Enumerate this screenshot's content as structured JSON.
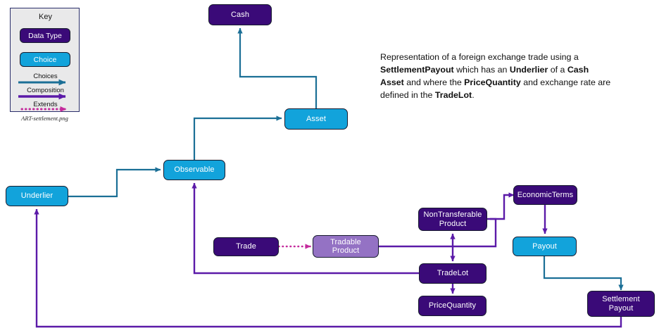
{
  "diagram": {
    "caption": "ART-settlement.png",
    "description_html": "Representation of a foreign exchange trade using a <b>SettlementPayout</b> which has an <b>Underlier</b> of a <b>Cash Asset</b> and where the <b>PriceQuantity</b> and exchange rate are defined in the <b>TradeLot</b>.",
    "description_text": "Representation of a foreign exchange trade using a SettlementPayout which has an Underlier of a Cash Asset and where the PriceQuantity and exchange rate are defined in the TradeLot."
  },
  "key": {
    "title": "Key",
    "data_type_label": "Data Type",
    "choice_label": "Choice",
    "choices_label": "Choices",
    "composition_label": "Composition",
    "extends_label": "Extends"
  },
  "colors": {
    "data_type": "#3a0a78",
    "choice": "#12a3db",
    "light_purple": "#9472c4",
    "choices_arrow": "#1b6f96",
    "composition_arrow": "#5b1aa8",
    "extends_arrow": "#c42b9c",
    "key_background": "#e9e9ea",
    "key_border": "#2b2f6b"
  },
  "nodes": [
    {
      "id": "cash",
      "label": "Cash",
      "type": "data_type"
    },
    {
      "id": "asset",
      "label": "Asset",
      "type": "choice"
    },
    {
      "id": "observable",
      "label": "Observable",
      "type": "choice"
    },
    {
      "id": "underlier",
      "label": "Underlier",
      "type": "choice"
    },
    {
      "id": "trade",
      "label": "Trade",
      "type": "data_type"
    },
    {
      "id": "tradable",
      "label": "Tradable\nProduct",
      "type": "light"
    },
    {
      "id": "nontransfer",
      "label": "NonTransferable\nProduct",
      "type": "data_type"
    },
    {
      "id": "economicterms",
      "label": "EconomicTerms",
      "type": "data_type"
    },
    {
      "id": "payout",
      "label": "Payout",
      "type": "choice"
    },
    {
      "id": "tradelot",
      "label": "TradeLot",
      "type": "data_type"
    },
    {
      "id": "pricequantity",
      "label": "PriceQuantity",
      "type": "data_type"
    },
    {
      "id": "settlement",
      "label": "Settlement\nPayout",
      "type": "data_type"
    }
  ],
  "edges": [
    {
      "from": "asset",
      "to": "cash",
      "kind": "choices"
    },
    {
      "from": "observable",
      "to": "asset",
      "kind": "choices"
    },
    {
      "from": "underlier",
      "to": "observable",
      "kind": "choices"
    },
    {
      "from": "payout",
      "to": "settlement",
      "kind": "choices"
    },
    {
      "from": "settlement",
      "to": "underlier",
      "kind": "composition"
    },
    {
      "from": "tradelot",
      "to": "observable",
      "kind": "composition"
    },
    {
      "from": "trade",
      "to": "tradable",
      "kind": "extends"
    },
    {
      "from": "tradable",
      "to": "nontransfer",
      "kind": "composition"
    },
    {
      "from": "nontransfer",
      "to": "economicterms",
      "kind": "composition"
    },
    {
      "from": "economicterms",
      "to": "payout",
      "kind": "composition"
    },
    {
      "from": "nontransfer",
      "to": "tradelot",
      "kind": "composition-bidirectional"
    },
    {
      "from": "tradelot",
      "to": "pricequantity",
      "kind": "composition"
    }
  ],
  "node_labels": {
    "cash": "Cash",
    "asset": "Asset",
    "observable": "Observable",
    "underlier": "Underlier",
    "trade": "Trade",
    "tradable_line1": "Tradable",
    "tradable_line2": "Product",
    "nontransfer_line1": "NonTransferable",
    "nontransfer_line2": "Product",
    "economicterms": "EconomicTerms",
    "payout": "Payout",
    "tradelot": "TradeLot",
    "pricequantity": "PriceQuantity",
    "settlement_line1": "Settlement",
    "settlement_line2": "Payout"
  }
}
